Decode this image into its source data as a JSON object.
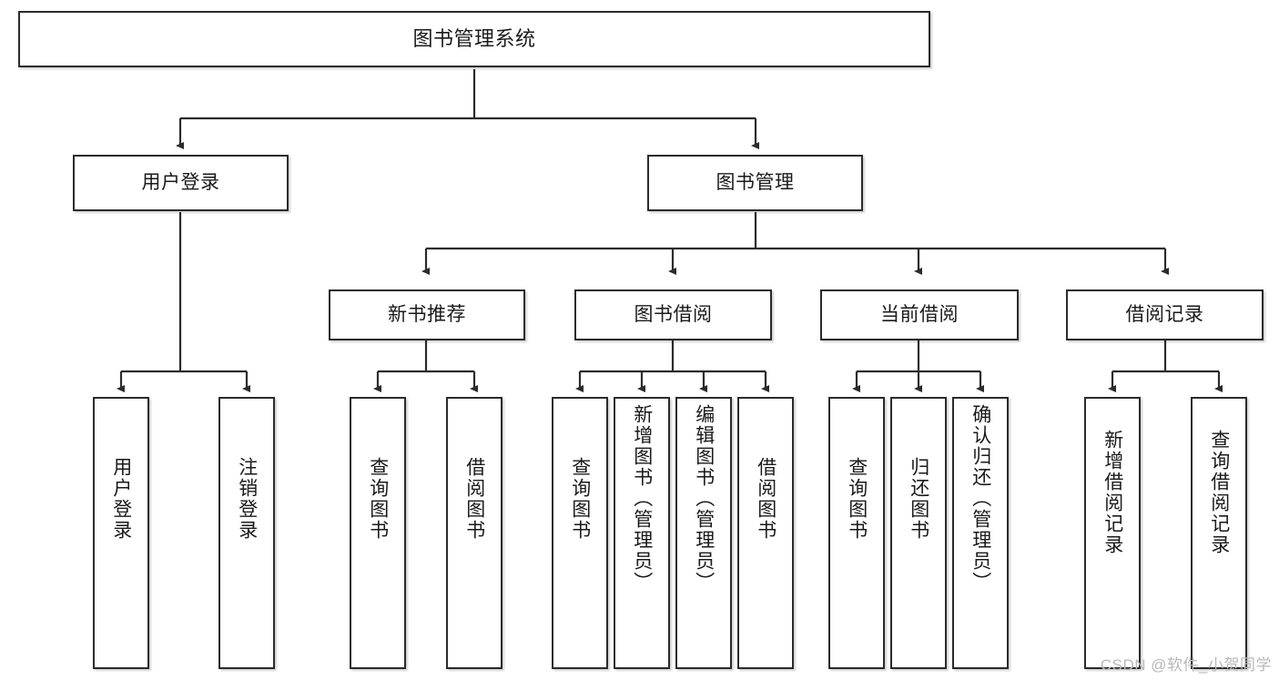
{
  "diagram": {
    "title": "图书管理系统",
    "type": "tree",
    "watermark": "CSDN @软件_小贺同学",
    "theme": {
      "background": "#ffffff",
      "node_fill": "#ffffff",
      "node_border": "#2b2b2b",
      "edge_color": "#2b2b2b",
      "text_color": "#1a1a1a",
      "watermark_color": "#b9b9b9"
    },
    "levels": {
      "root": {
        "label": "图书管理系统"
      },
      "level2": [
        {
          "label": "用户登录"
        },
        {
          "label": "图书管理"
        }
      ],
      "level3": [
        {
          "label": "新书推荐"
        },
        {
          "label": "图书借阅"
        },
        {
          "label": "当前借阅"
        },
        {
          "label": "借阅记录"
        }
      ],
      "leaves": [
        {
          "label": "用户登录",
          "parent": "用户登录"
        },
        {
          "label": "注销登录",
          "parent": "用户登录"
        },
        {
          "label": "查询图书",
          "parent": "新书推荐"
        },
        {
          "label": "借阅图书",
          "parent": "新书推荐"
        },
        {
          "label": "查询图书",
          "parent": "图书借阅"
        },
        {
          "label": "新增图书（管理员）",
          "parent": "图书借阅"
        },
        {
          "label": "编辑图书（管理员）",
          "parent": "图书借阅"
        },
        {
          "label": "借阅图书",
          "parent": "图书借阅"
        },
        {
          "label": "查询图书",
          "parent": "当前借阅"
        },
        {
          "label": "归还图书",
          "parent": "当前借阅"
        },
        {
          "label": "确认归还（管理员）",
          "parent": "当前借阅"
        },
        {
          "label": "新增借阅记录",
          "parent": "借阅记录"
        },
        {
          "label": "查询借阅记录",
          "parent": "借阅记录"
        }
      ]
    }
  }
}
